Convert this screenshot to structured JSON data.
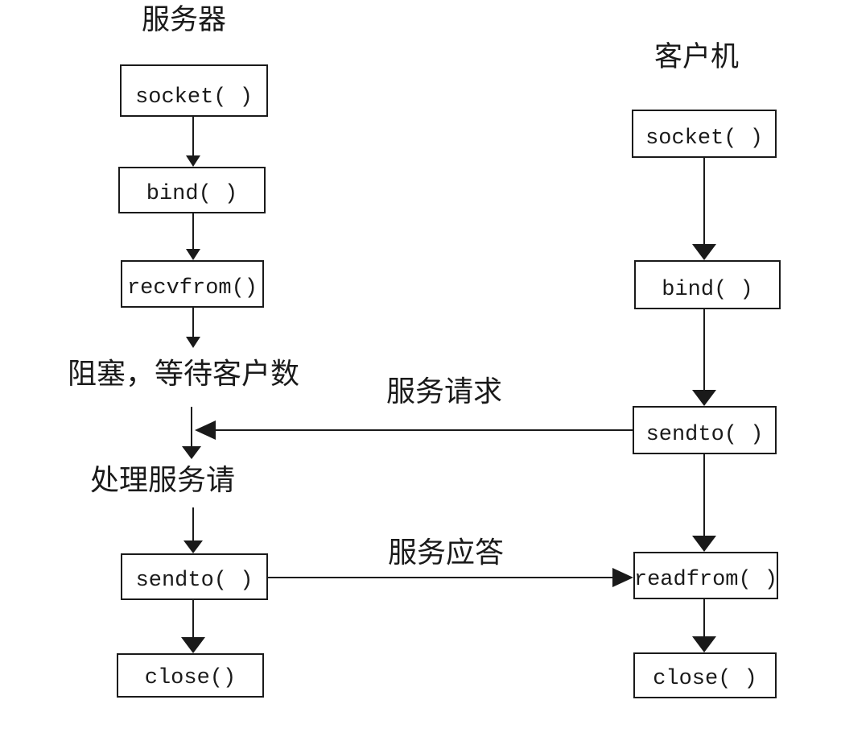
{
  "diagram": {
    "server": {
      "title": "服务器",
      "boxes": {
        "socket": "socket( )",
        "bind": "bind( )",
        "recvfrom": "recvfrom()",
        "sendto": "sendto( )",
        "close": "close()"
      },
      "notes": {
        "blocking": "阻塞，等待客户数",
        "processing": "处理服务请"
      }
    },
    "client": {
      "title": "客户机",
      "boxes": {
        "socket": "socket( )",
        "bind": "bind( )",
        "sendto": "sendto( )",
        "readfrom": "readfrom( )",
        "close": "close( )"
      }
    },
    "messages": {
      "request": "服务请求",
      "response": "服务应答"
    },
    "colors": {
      "line": "#1a1a1a",
      "background": "#ffffff"
    }
  }
}
